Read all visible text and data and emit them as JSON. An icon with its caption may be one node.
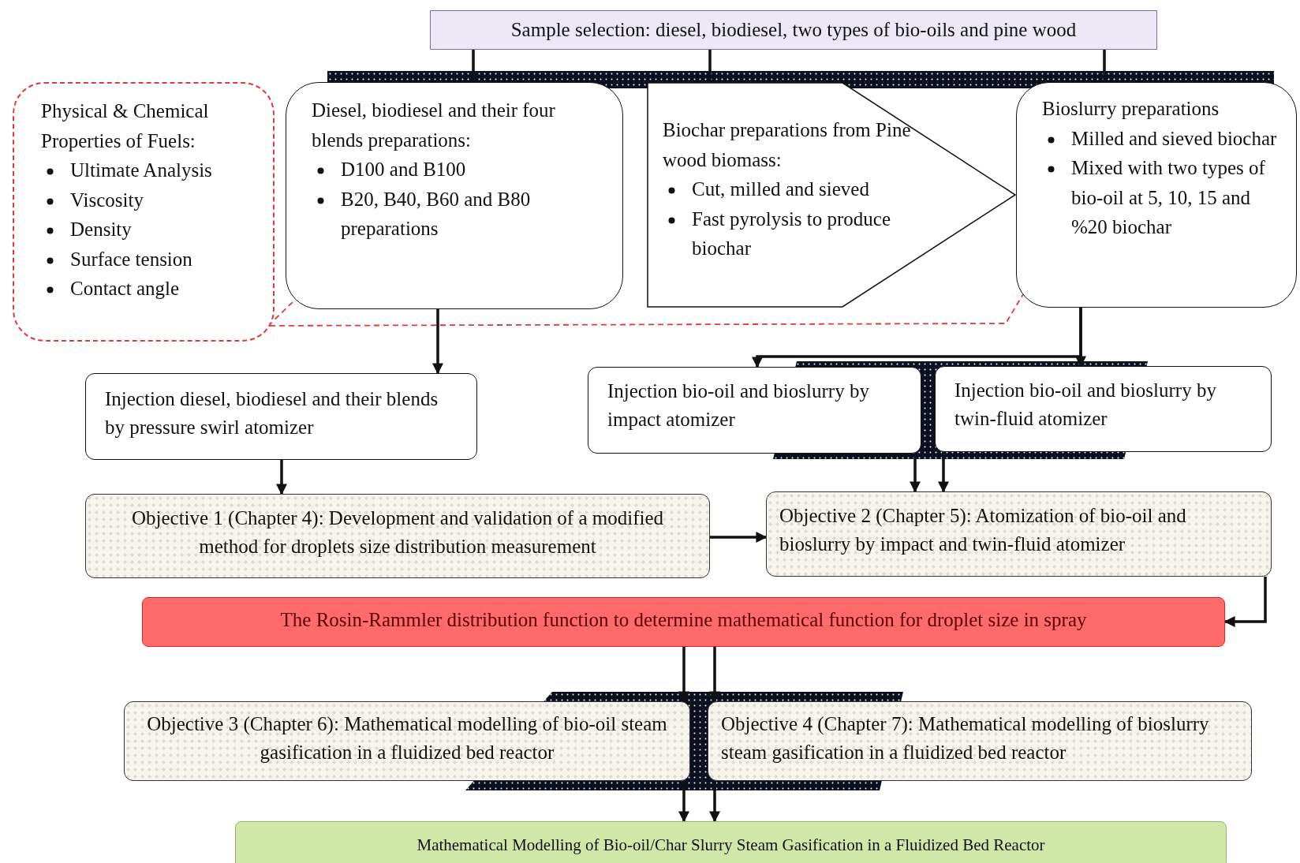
{
  "diagram": {
    "nodes": [
      {
        "text": [
          "Sample selection:  diesel, biodiesel, two types of bio-oils and pine wood"
        ]
      },
      {
        "text": [
          "Physical & Chemical Properties of Fuels:",
          "Ultimate Analysis",
          "Viscosity",
          "Density",
          "Surface tension",
          "Contact angle"
        ]
      },
      {
        "text": [
          "Diesel, biodiesel and their four blends preparations:",
          "D100 and B100",
          "B20, B40, B60 and B80 preparations"
        ]
      },
      {
        "text": [
          "Biochar preparations from Pine wood biomass:",
          "Cut, milled and sieved",
          "Fast pyrolysis to produce biochar"
        ]
      },
      {
        "text": [
          "Bioslurry preparations",
          "Milled and sieved biochar",
          "Mixed with two types of bio-oil at 5, 10, 15 and %20 biochar"
        ]
      },
      {
        "text": [
          "Injection diesel, biodiesel and their blends by pressure swirl atomizer"
        ]
      },
      {
        "text": [
          "Injection bio-oil and bioslurry by impact atomizer"
        ]
      },
      {
        "text": [
          "Injection bio-oil and bioslurry by twin-fluid atomizer"
        ]
      },
      {
        "text": [
          "Objective 1 (Chapter 4): Development and validation of a modified method for droplets size distribution measurement"
        ]
      },
      {
        "text": [
          "Objective 2 (Chapter 5): Atomization of bio-oil and bioslurry by impact and twin-fluid atomizer"
        ]
      },
      {
        "text": [
          "The Rosin-Rammler  distribution function to determine mathematical function for droplet size in spray"
        ]
      },
      {
        "text": [
          "Objective 3 (Chapter 6): Mathematical modelling of bio-oil steam gasification in a fluidized bed reactor"
        ]
      },
      {
        "text": [
          "Objective 4 (Chapter 7): Mathematical modelling of bioslurry steam gasification in a fluidized bed reactor"
        ]
      },
      {
        "text": [
          "Mathematical Modelling of Bio-oil/Char Slurry Steam Gasification in a Fluidized Bed Reactor"
        ]
      },
      {
        "text": [],
        "shape": "bar"
      },
      {
        "text": [],
        "shape": "bar"
      },
      {
        "text": [],
        "shape": "bar"
      }
    ],
    "edges": [
      {
        "from": 0,
        "to": 2,
        "arrow": "none"
      },
      {
        "from": 0,
        "to": 3,
        "arrow": "none"
      },
      {
        "from": 0,
        "to": 4,
        "arrow": "none"
      },
      {
        "from": 1,
        "to": 2,
        "arrow": "none",
        "style": "dashed",
        "color": "#e03a3a"
      },
      {
        "from": 1,
        "to": 4,
        "arrow": "none",
        "style": "dashed",
        "color": "#e03a3a"
      },
      {
        "from": 2,
        "to": 5,
        "arrow": "to"
      },
      {
        "from": 4,
        "to": 6,
        "arrow": "to"
      },
      {
        "from": 4,
        "to": 7,
        "arrow": "to"
      },
      {
        "from": 5,
        "to": 8,
        "arrow": "to"
      },
      {
        "from": 6,
        "to": 9,
        "arrow": "to"
      },
      {
        "from": 7,
        "to": 9,
        "arrow": "to"
      },
      {
        "from": 8,
        "to": 9,
        "arrow": "to"
      },
      {
        "from": 9,
        "to": 10,
        "arrow": "to"
      },
      {
        "from": 10,
        "to": 11,
        "arrow": "to"
      },
      {
        "from": 10,
        "to": 12,
        "arrow": "to"
      },
      {
        "from": 11,
        "to": 13,
        "arrow": "to"
      },
      {
        "from": 12,
        "to": 13,
        "arrow": "to"
      }
    ]
  }
}
